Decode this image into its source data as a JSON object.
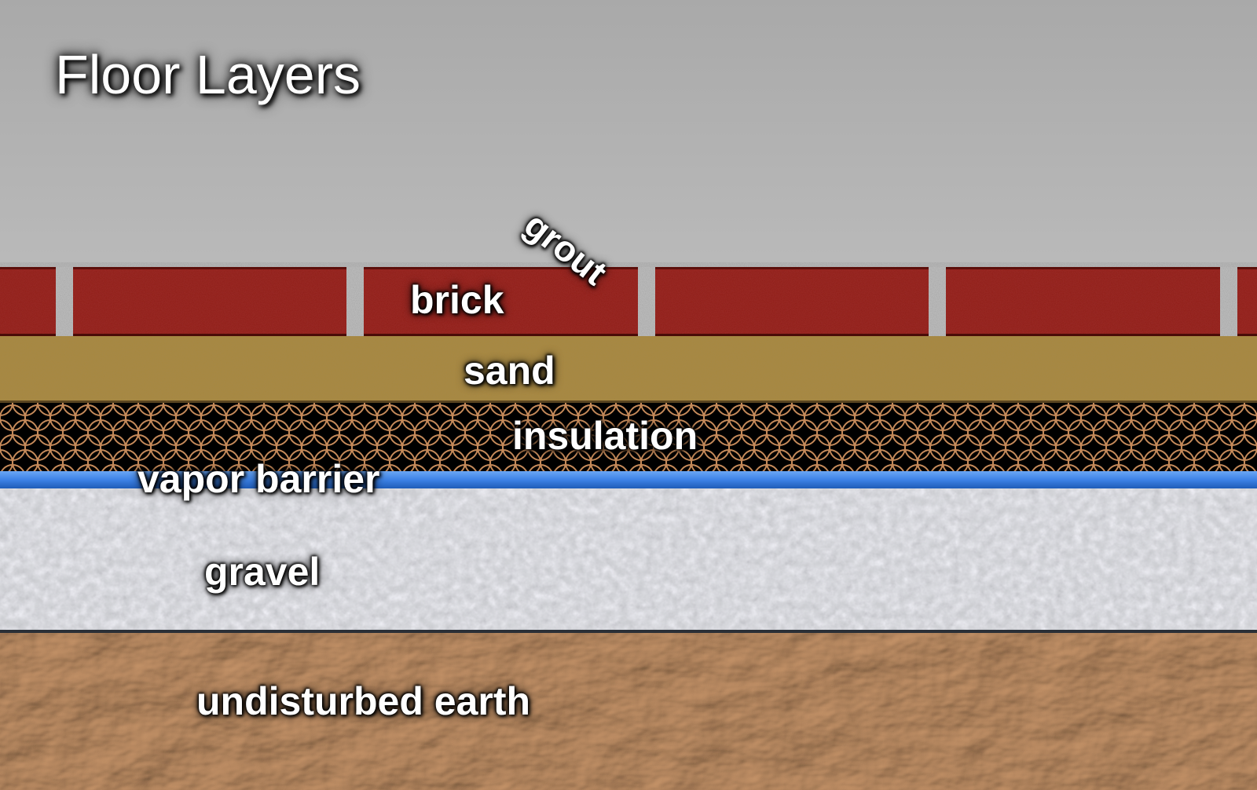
{
  "title": "Floor Layers",
  "labels": {
    "grout": "grout",
    "brick": "brick",
    "sand": "sand",
    "insulation": "insulation",
    "vapor_barrier": "vapor barrier",
    "gravel": "gravel",
    "undisturbed_earth": "undisturbed earth"
  },
  "colors": {
    "sky": "#bdbdbd",
    "brick": "#8e1c17",
    "grout": "#b8b8b8",
    "sand": "#a8873f",
    "insulation_bg": "#000000",
    "insulation_mesh": "#c58a5a",
    "vapor_barrier": "#3d82e6",
    "gravel": "#9a9ea6",
    "earth": "#a97a54"
  }
}
